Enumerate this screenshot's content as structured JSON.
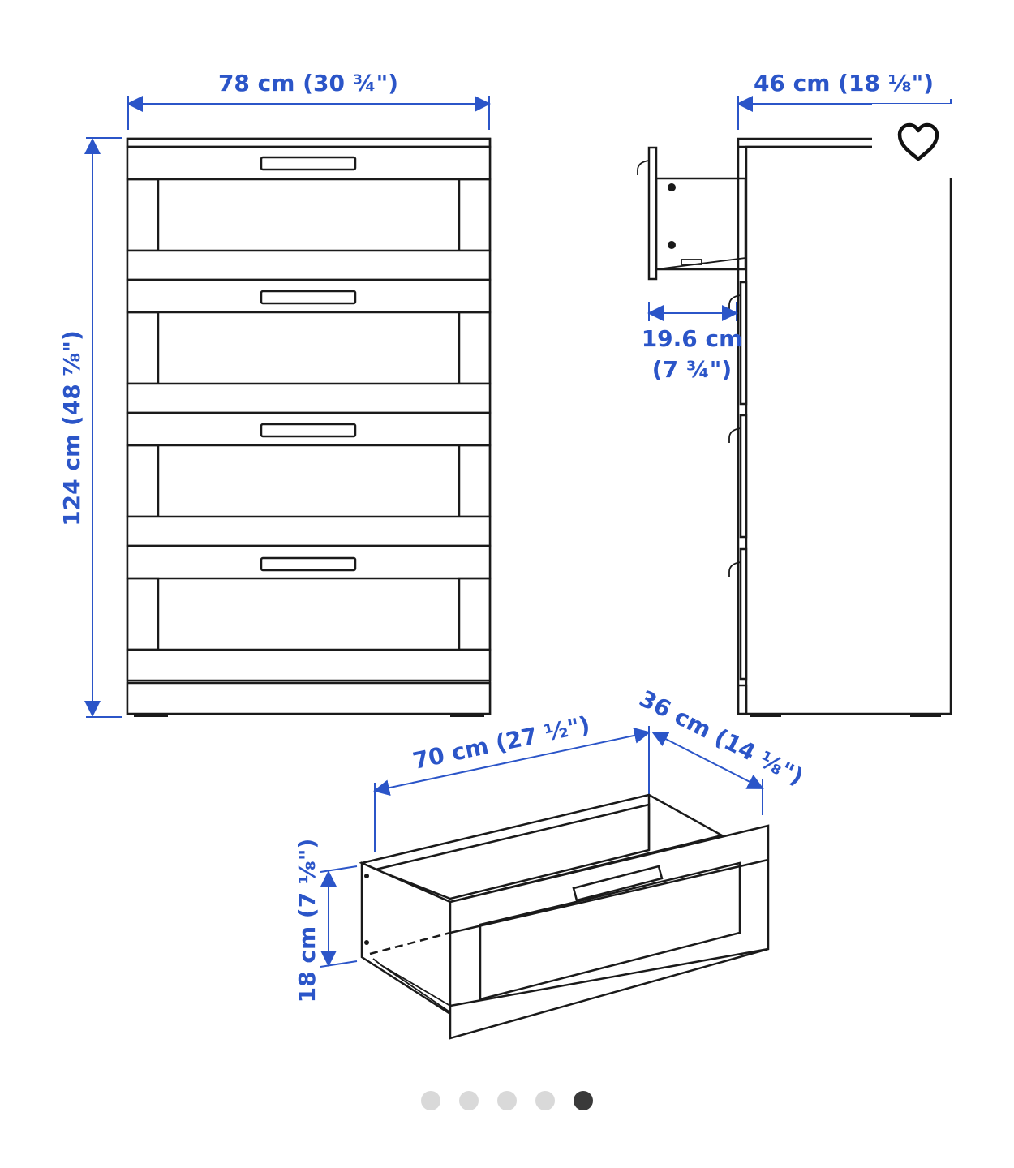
{
  "front_view": {
    "width_label": "78 cm (30 ¾\")",
    "height_label": "124 cm (48 ⅞\")"
  },
  "side_view": {
    "depth_label": "46 cm (18 ⅛\")",
    "drawer_front_line1": "19.6 cm",
    "drawer_front_line2": "(7 ¾\")"
  },
  "drawer_view": {
    "width_label": "70 cm (27 ½\")",
    "depth_label": "36 cm (14 ⅛\")",
    "height_label": "18 cm (7 ⅛\")"
  },
  "favorite": {
    "icon": "heart-outline-icon"
  },
  "carousel": {
    "total": 5,
    "active_index": 4
  }
}
